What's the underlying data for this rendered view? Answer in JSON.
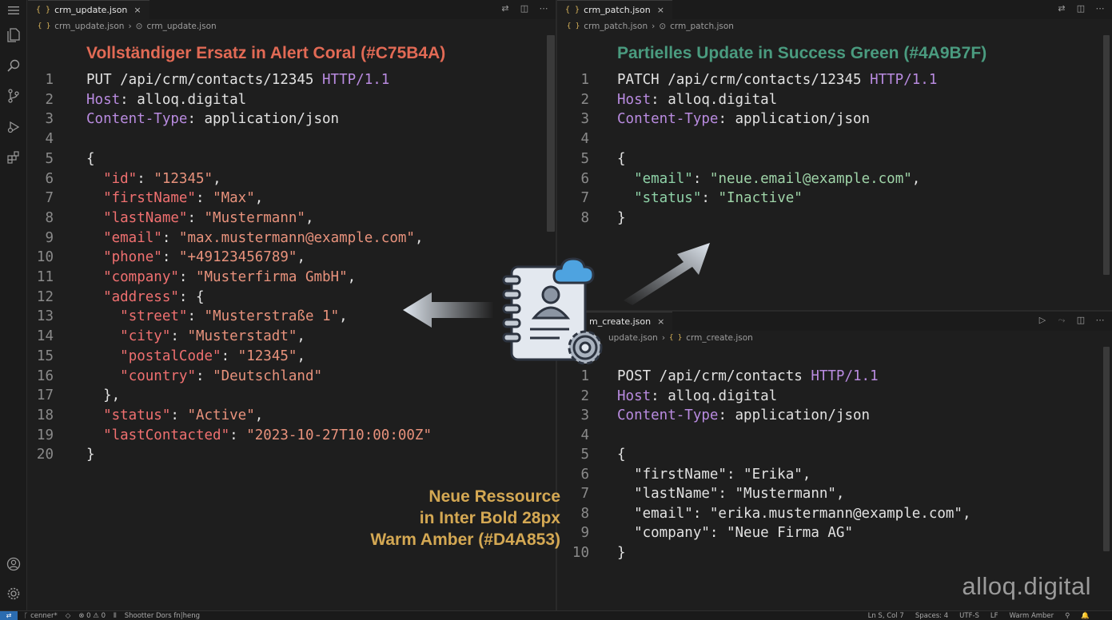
{
  "activity_icons": [
    "menu-icon",
    "files-icon",
    "search-icon",
    "source-control-icon",
    "run-debug-icon",
    "extensions-icon",
    "account-icon",
    "settings-gear-icon"
  ],
  "left_pane": {
    "tab_label": "crm_update.json",
    "tab_close": "×",
    "breadcrumb": [
      "crm_update.json",
      "crm_update.json"
    ],
    "heading": "Vollständiger Ersatz in Alert Coral (#C75B4A)",
    "heading_color": "#E26A55"
  },
  "right_top_pane": {
    "tab_label": "crm_patch.json",
    "tab_close": "×",
    "breadcrumb": [
      "crm_patch.json",
      "crm_patch.json"
    ],
    "heading": "Partielles Update in Success Green (#4A9B7F)",
    "heading_color": "#4A9B7F"
  },
  "right_bottom_pane": {
    "tab_label": "m_create.json",
    "tab_close": "×",
    "breadcrumb": [
      "update.json",
      "crm_create.json"
    ]
  },
  "annotation_amber": [
    "Neue Ressource",
    "in Inter Bold 28px",
    "Warm Amber (#D4A853)"
  ],
  "watermark": "alloq.digital",
  "status_bar": {
    "branch": "cenner*",
    "problems": "⊗ 0 ⚠ 0",
    "shooter": "Shootter Dors fn|heng",
    "position": "Ln S, Col 7",
    "spaces": "Spaces: 4",
    "encoding": "UTF-S",
    "eol": "LF",
    "theme": "Warm Amber",
    "bell": "🔔"
  },
  "colors": {
    "coral": "#C75B4A",
    "green": "#4A9B7F",
    "amber": "#D4A853",
    "accent": "#2B6CB0"
  }
}
